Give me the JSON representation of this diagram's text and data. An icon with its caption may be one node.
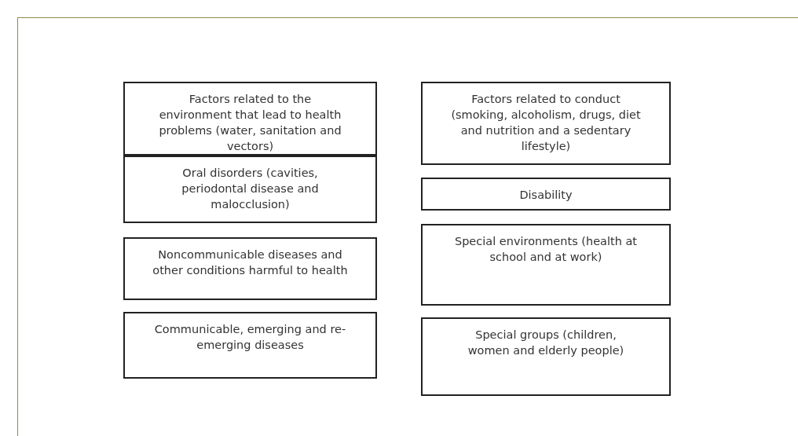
{
  "diagram": {
    "nodes": [
      {
        "text": [
          "Factors related to the environment that lead to health problems (water, sanitation and vectors)"
        ]
      },
      {
        "text": [
          "Factors related to conduct (smoking, alcoholism, drugs, diet and nutrition and a sedentary lifestyle)"
        ]
      },
      {
        "text": [
          "Oral disorders (cavities, periodontal disease and malocclusion)"
        ]
      },
      {
        "text": [
          "Disability"
        ]
      },
      {
        "text": [
          "Noncommunicable diseases and other conditions harmful to health"
        ]
      },
      {
        "text": [
          "Special environments (health at school and at work)"
        ]
      },
      {
        "text": [
          "Communicable, emerging and re-emerging diseases"
        ]
      },
      {
        "text": [
          "Special groups (children, women and elderly people)"
        ]
      }
    ]
  }
}
